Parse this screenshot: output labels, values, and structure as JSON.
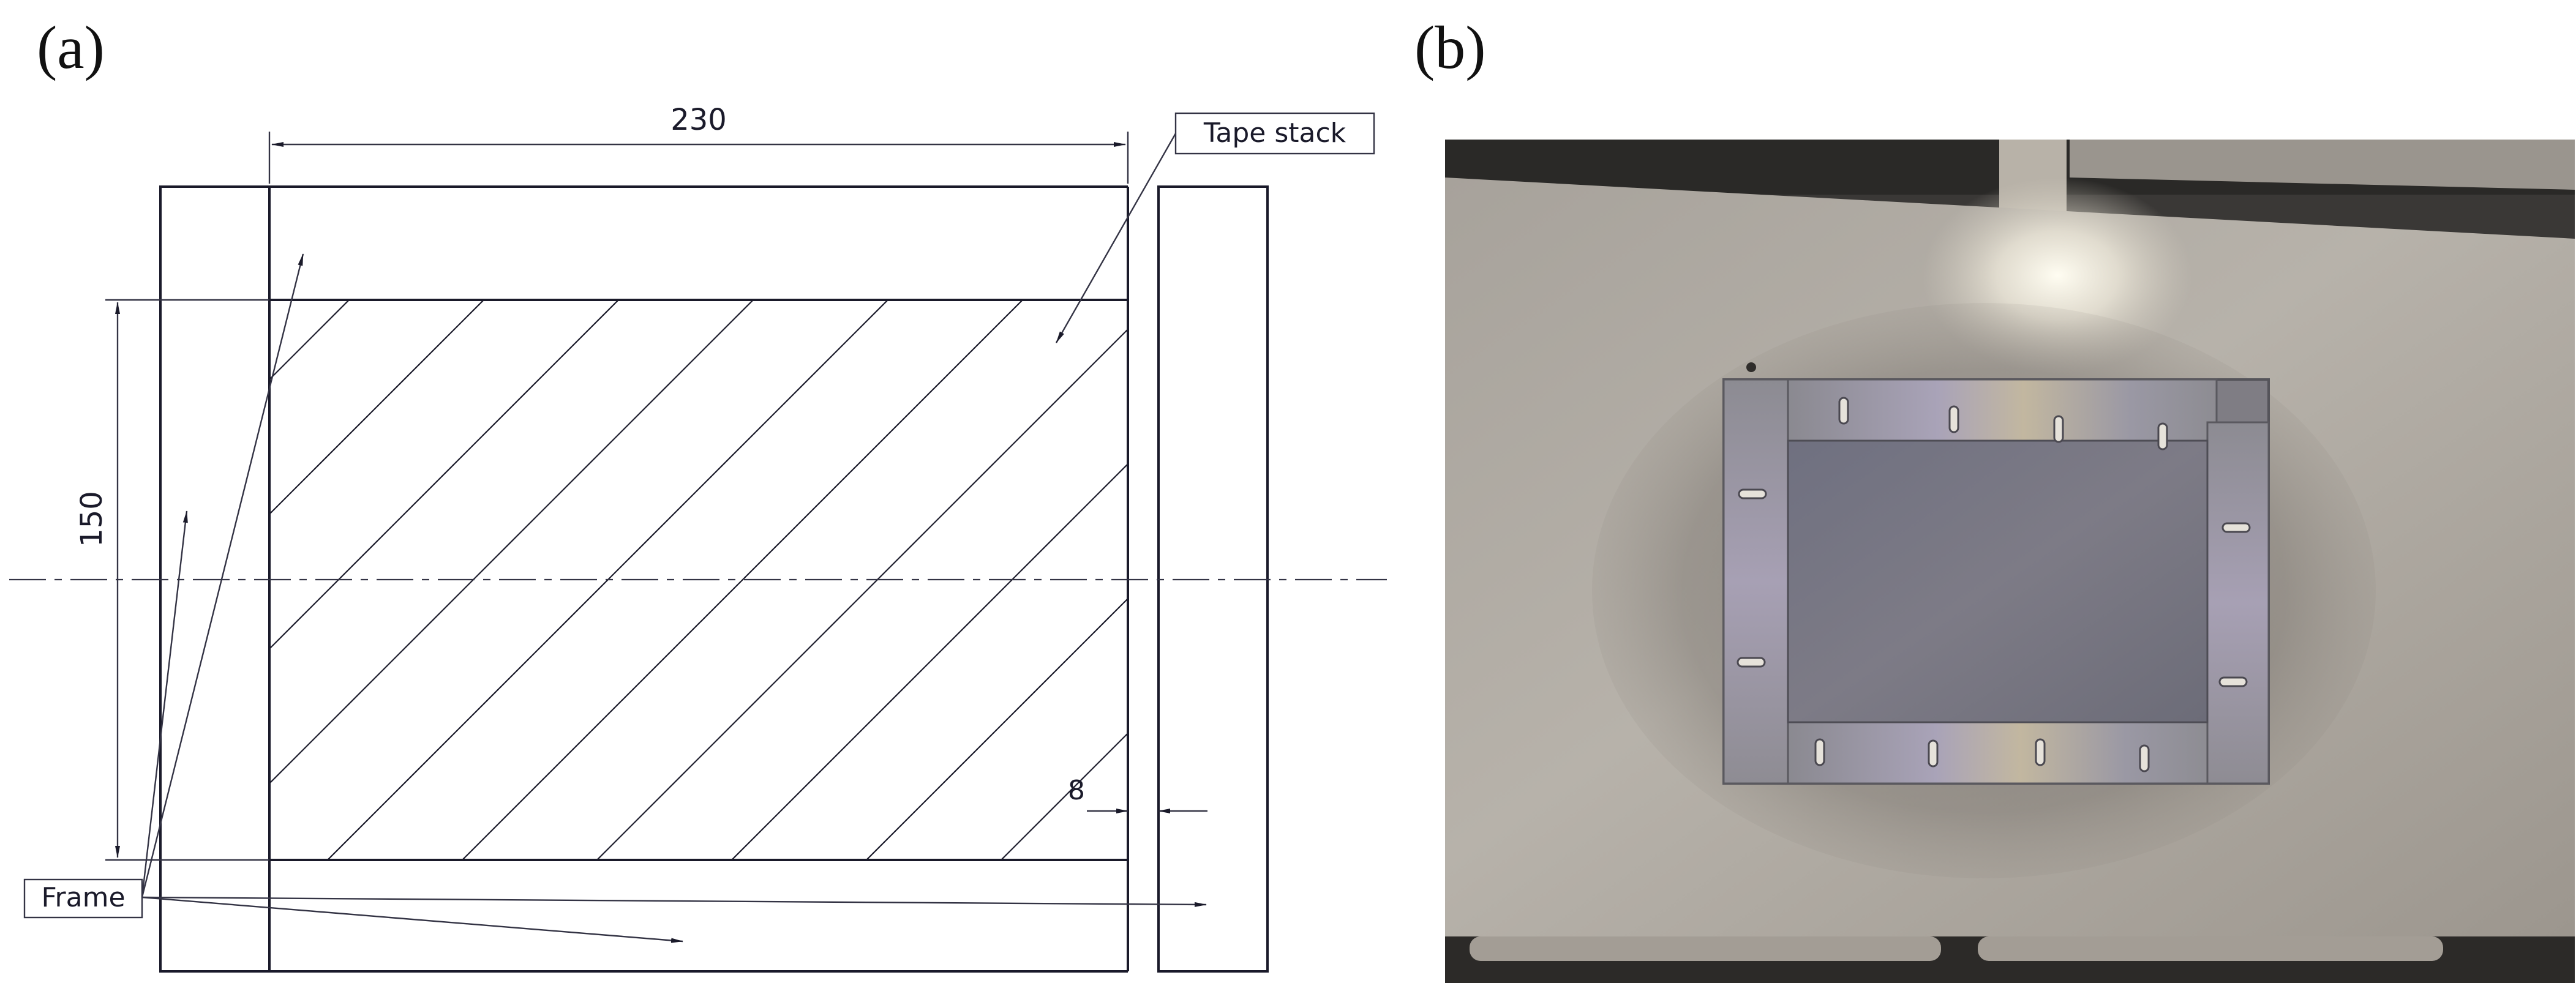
{
  "panels": {
    "a": {
      "label": "(a)"
    },
    "b": {
      "label": "(b)"
    }
  },
  "drawing": {
    "dim_width": "230",
    "dim_height": "150",
    "dim_gap": "8",
    "callout_tape": "Tape stack",
    "callout_frame": "Frame"
  }
}
